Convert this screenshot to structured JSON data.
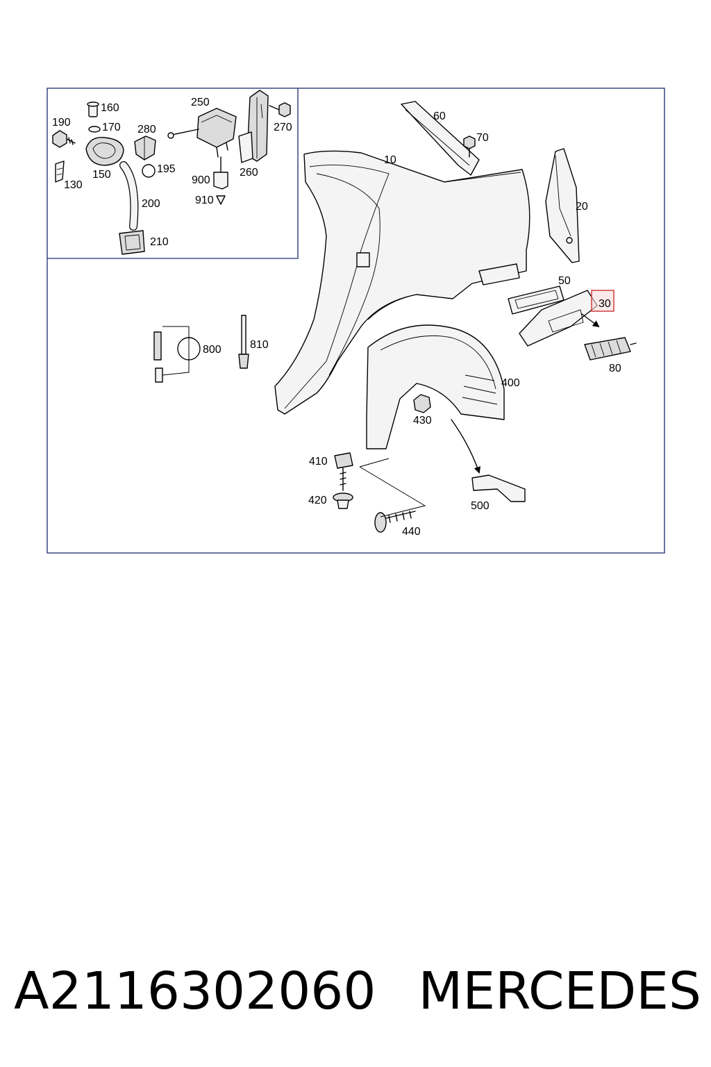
{
  "labels": {
    "l160": "160",
    "l190": "190",
    "l170": "170",
    "l150": "150",
    "l130": "130",
    "l250": "250",
    "l280": "280",
    "l270": "270",
    "l195": "195",
    "l260": "260",
    "l900": "900",
    "l910": "910",
    "l200": "200",
    "l210": "210",
    "l60": "60",
    "l70": "70",
    "l10": "10",
    "l20": "20",
    "l50": "50",
    "l30": "30",
    "l80": "80",
    "l800": "800",
    "l810": "810",
    "l400": "400",
    "l430": "430",
    "l410": "410",
    "l420": "420",
    "l440": "440",
    "l500": "500"
  },
  "highlight_color": "#d23c3c",
  "caption": {
    "part_number": "A2116302060",
    "brand": "MERCEDES"
  }
}
